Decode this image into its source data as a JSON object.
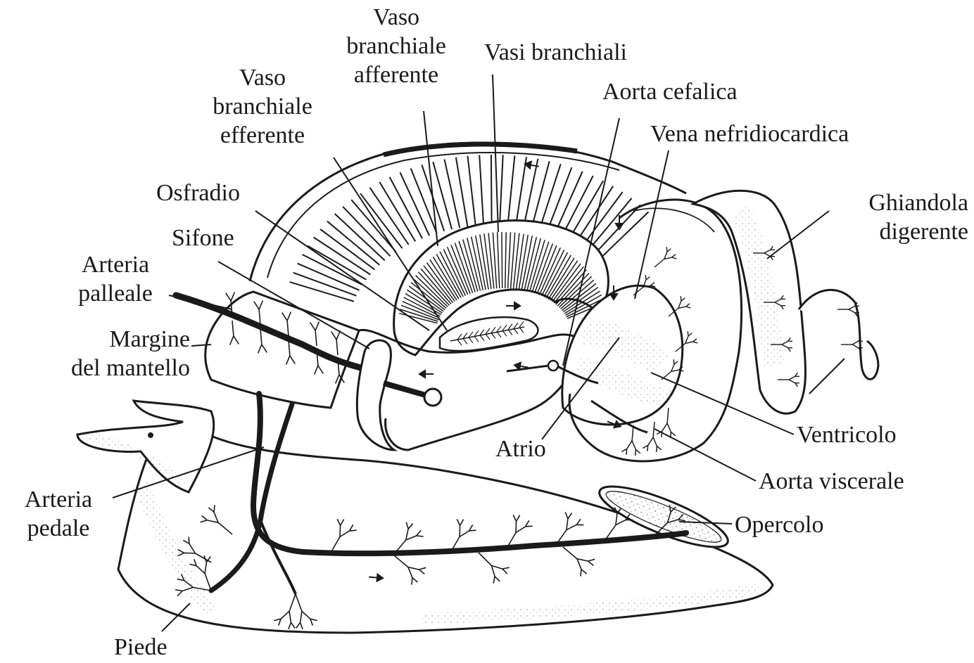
{
  "figure": {
    "labels": {
      "vaso_branchiale_afferente": [
        "Vaso",
        "branchiale",
        "afferente"
      ],
      "vasi_branchiali": "Vasi branchiali",
      "vaso_branchiale_efferente": [
        "Vaso",
        "branchiale",
        "efferente"
      ],
      "aorta_cefalica": "Aorta cefalica",
      "vena_nefridiocardica": "Vena nefridiocardica",
      "osfradio": "Osfradio",
      "ghiandola_digerente": [
        "Ghiandola",
        "digerente"
      ],
      "sifone": "Sifone",
      "arteria_palleale": [
        "Arteria",
        "palleale"
      ],
      "margine_del_mantello": [
        "Margine",
        "del mantello"
      ],
      "ventricolo": "Ventricolo",
      "atrio": "Atrio",
      "aorta_viscerale": "Aorta viscerale",
      "arteria_pedale": [
        "Arteria",
        "pedale"
      ],
      "opercolo": "Opercolo",
      "piede": "Piede"
    }
  }
}
